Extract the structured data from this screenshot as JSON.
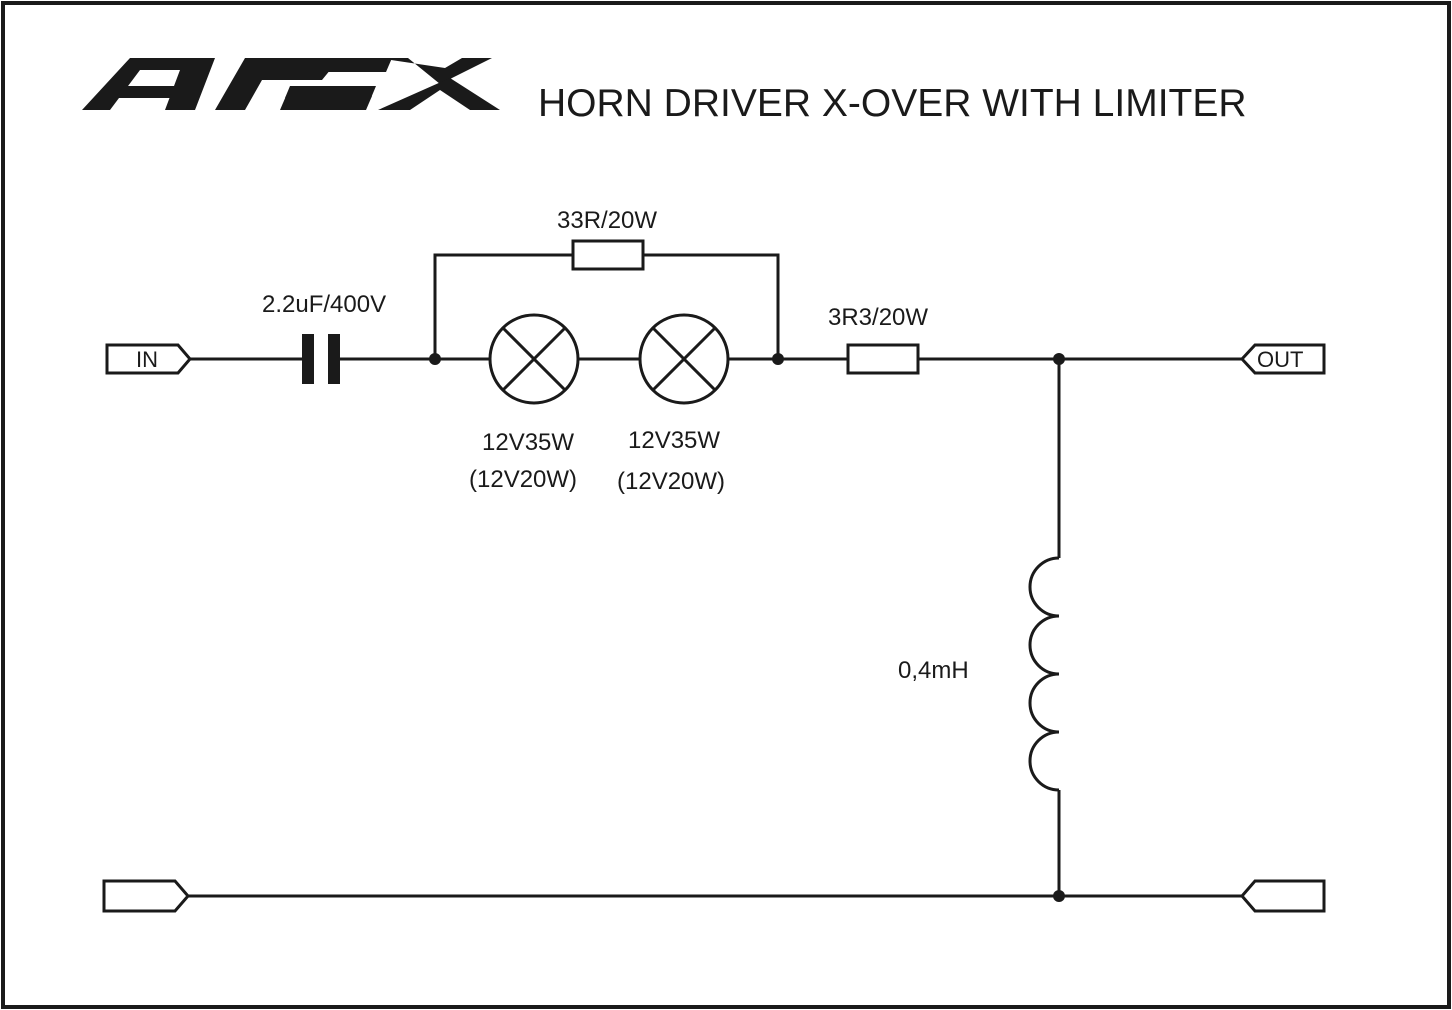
{
  "logo": {
    "text": "APEX"
  },
  "title": "HORN DRIVER X-OVER WITH LIMITER",
  "connectors": {
    "in_label": "IN",
    "out_label": "OUT"
  },
  "components": {
    "capacitor": {
      "label": "2.2uF/400V"
    },
    "bypass_resistor": {
      "label": "33R/20W"
    },
    "lamp1": {
      "rating": "12V35W",
      "alt_rating": "(12V20W)"
    },
    "lamp2": {
      "rating": "12V35W",
      "alt_rating": "(12V20W)"
    },
    "series_resistor": {
      "label": "3R3/20W"
    },
    "inductor": {
      "label": "0,4mH"
    }
  },
  "colors": {
    "ink": "#1a1a1a",
    "background": "#ffffff"
  }
}
